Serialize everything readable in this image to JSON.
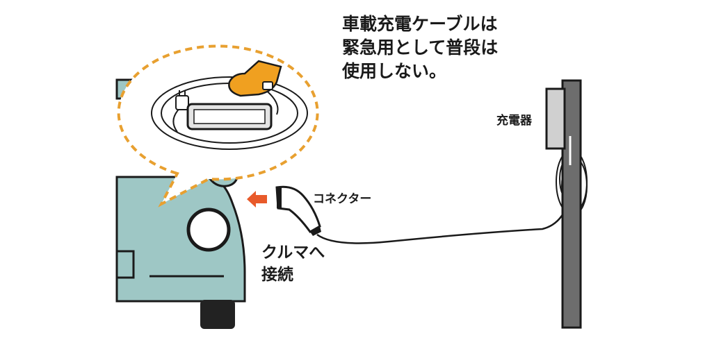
{
  "note": {
    "line1": "車載充電ケーブルは",
    "line2": "緊急用として普段は",
    "line3": "使用しない。"
  },
  "labels": {
    "charger": "充電器",
    "connector": "コネクター",
    "car_line1": "クルマへ",
    "car_line2": "接続"
  },
  "colors": {
    "car_body": "#9ec7c5",
    "outline": "#1a1a1a",
    "bubble_dash": "#e8a030",
    "orange": "#f0a020",
    "arrow": "#e85a2a",
    "pole": "#6d6d6d",
    "charger_box": "#d0d0d0",
    "adapter_box": "#e4e4e4"
  }
}
